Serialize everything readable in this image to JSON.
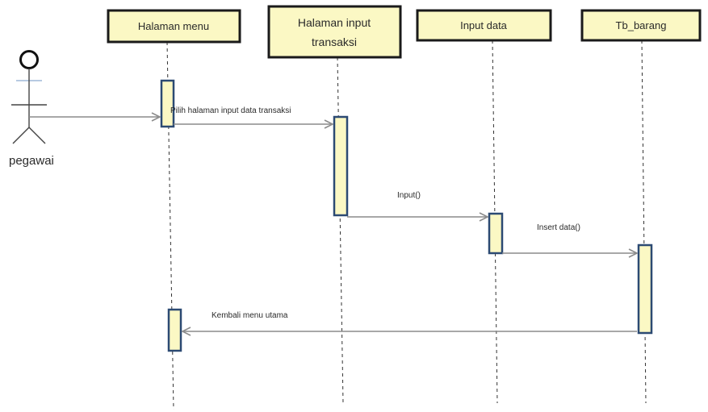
{
  "colors": {
    "box_fill": "#fbf8c4",
    "box_stroke": "#1a1a1a",
    "activation_fill": "#fbf8c4",
    "activation_stroke": "#2c4a73",
    "arrow": "#8c8c8c",
    "lifeline": "#333333",
    "actor_head_fill": "#ffffff",
    "actor_underline": "#9fb8d8"
  },
  "actor": {
    "name": "pegawai",
    "icon": "stick-figure-icon"
  },
  "lifelines": [
    {
      "id": "menu",
      "lines": [
        "Halaman menu"
      ]
    },
    {
      "id": "input-transaksi",
      "lines": [
        "Halaman input",
        "transaksi"
      ]
    },
    {
      "id": "input-data",
      "lines": [
        "Input data"
      ]
    },
    {
      "id": "tb-barang",
      "lines": [
        "Tb_barang"
      ]
    }
  ],
  "messages": [
    {
      "from": "pegawai",
      "to": "menu",
      "label": ""
    },
    {
      "from": "menu",
      "to": "input-transaksi",
      "label": "Pilih halaman input data transaksi"
    },
    {
      "from": "input-transaksi",
      "to": "input-data",
      "label": "Input()"
    },
    {
      "from": "input-data",
      "to": "tb-barang",
      "label": "Insert data()"
    },
    {
      "from": "tb-barang",
      "to": "menu",
      "label": "Kembali menu utama"
    }
  ]
}
